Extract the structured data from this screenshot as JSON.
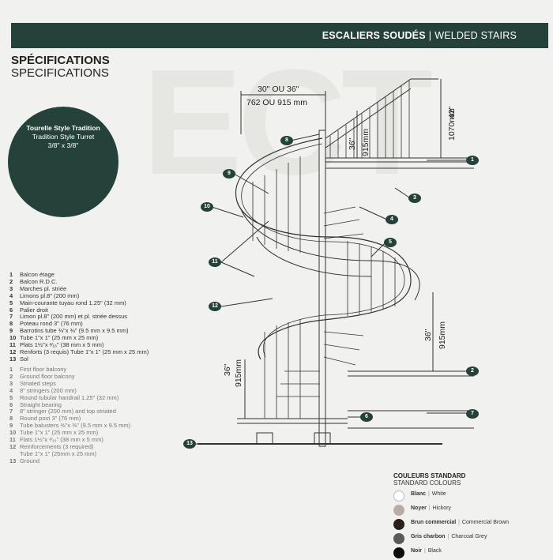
{
  "header": {
    "title_fr": "ESCALIERS SOUDÉS",
    "separator": "|",
    "title_en": "WELDED STAIRS"
  },
  "watermark": "ECT",
  "section": {
    "title_fr": "SPÉCIFICATIONS",
    "title_en": "SPECIFICATIONS"
  },
  "model": {
    "name_fr": "Tourelle Style Tradition",
    "name_en": "Tradition Style Turret",
    "size": "3/8\" x 3/8\""
  },
  "dimensions": {
    "width_in": "30\" OU 36\"",
    "width_mm": "762 OU 915 mm",
    "rail_top_in": "42\"",
    "rail_top_mm": "1070mm",
    "rail_mid_in": "36\"",
    "rail_mid_mm": "915mm",
    "rail_right_in": "36\"",
    "rail_right_mm": "915mm",
    "rail_low_in": "36\"",
    "rail_low_mm": "915mm"
  },
  "legend_fr": [
    {
      "n": "1",
      "text": "Balcon étage"
    },
    {
      "n": "2",
      "text": "Balcon R.D.C."
    },
    {
      "n": "3",
      "text": "Marches pl. striée"
    },
    {
      "n": "4",
      "text": "Limons pl.8\" (200 mm)"
    },
    {
      "n": "5",
      "text": "Main-courante tuyau rond 1.25\" (32 mm)"
    },
    {
      "n": "6",
      "text": "Palier droit"
    },
    {
      "n": "7",
      "text": "Limon pl.8\" (200 mm) et pl. striée dessus"
    },
    {
      "n": "8",
      "text": "Poteau rond 3\" (76 mm)"
    },
    {
      "n": "9",
      "text": "Barrotins tube ⅜\"x ⅜\" (9.5 mm x 9.5 mm)"
    },
    {
      "n": "10",
      "text": "Tube 1\"x 1\" (25 mm x 25 mm)"
    },
    {
      "n": "11",
      "text": "Plats 1½\"x ³⁄₁₆\" (38 mm x 5 mm)"
    },
    {
      "n": "12",
      "text": "Renforts (3 requis) Tube 1\"x 1\" (25 mm x 25 mm)"
    },
    {
      "n": "13",
      "text": "Sol"
    }
  ],
  "legend_en": [
    {
      "n": "1",
      "text": "First floor balcony"
    },
    {
      "n": "2",
      "text": "Ground floor balcony"
    },
    {
      "n": "3",
      "text": "Striated steps"
    },
    {
      "n": "4",
      "text": "8\" stringers (200 mm)"
    },
    {
      "n": "5",
      "text": "Round tubular handrail 1.25\" (32 mm)"
    },
    {
      "n": "6",
      "text": "Straight bearing"
    },
    {
      "n": "7",
      "text": "8\" stringer (200 mm) and top striated"
    },
    {
      "n": "8",
      "text": "Round post 3\" (76 mm)"
    },
    {
      "n": "9",
      "text": "Tube balusters ⅜\"x ⅜\" (9.5 mm x 9.5 mm)"
    },
    {
      "n": "10",
      "text": "Tube 1\"x 1\" (25 mm x 25 mm)"
    },
    {
      "n": "11",
      "text": "Flats 1½\"x ³⁄₁₆\" (38 mm x 5 mm)"
    },
    {
      "n": "12",
      "text": "Reinforcements (3 required)"
    },
    {
      "n": "",
      "text": "Tube 1\"x 1\" (25mm x 25 mm)"
    },
    {
      "n": "13",
      "text": "Ground"
    }
  ],
  "colours": {
    "title_fr": "COULEURS STANDARD",
    "title_en": "STANDARD COLOURS",
    "items": [
      {
        "fr": "Blanc",
        "en": "White",
        "hex": "#ffffff"
      },
      {
        "fr": "Noyer",
        "en": "Hickory",
        "hex": "#b8ada5"
      },
      {
        "fr": "Brun commercial",
        "en": "Commercial Brown",
        "hex": "#2a1f1a"
      },
      {
        "fr": "Gris charbon",
        "en": "Charcoal Grey",
        "hex": "#5a5a5a"
      },
      {
        "fr": "Noir",
        "en": "Black",
        "hex": "#0c0c0c"
      }
    ]
  },
  "badges": [
    "1",
    "2",
    "3",
    "4",
    "5",
    "6",
    "7",
    "8",
    "9",
    "10",
    "11",
    "12",
    "13"
  ],
  "theme": {
    "brand": "#24413a",
    "background": "#f1f1ef"
  }
}
